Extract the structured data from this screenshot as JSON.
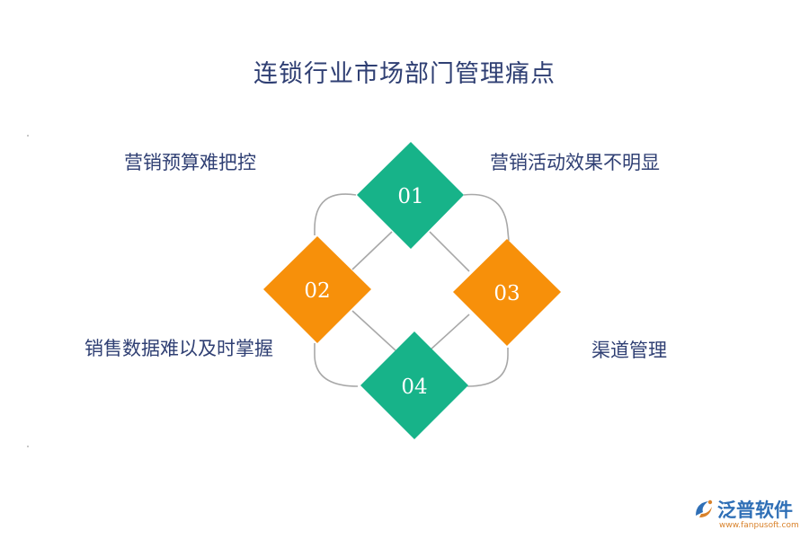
{
  "title": "连锁行业市场部门管理痛点",
  "nodes": [
    {
      "number": "01",
      "label": "营销预算难把控"
    },
    {
      "number": "02",
      "label": "销售数据难以及时掌握"
    },
    {
      "number": "03",
      "label": "营销活动效果不明显"
    },
    {
      "number": "04",
      "label": "渠道管理"
    }
  ],
  "colors": {
    "green": "#17b389",
    "orange": "#f7900a",
    "connector": "#a8a8a8",
    "text": "#2f3f73"
  },
  "logo": {
    "name": "泛普软件",
    "url": "www.fanpusoft.com",
    "icon": "fanpu-logo-icon"
  }
}
